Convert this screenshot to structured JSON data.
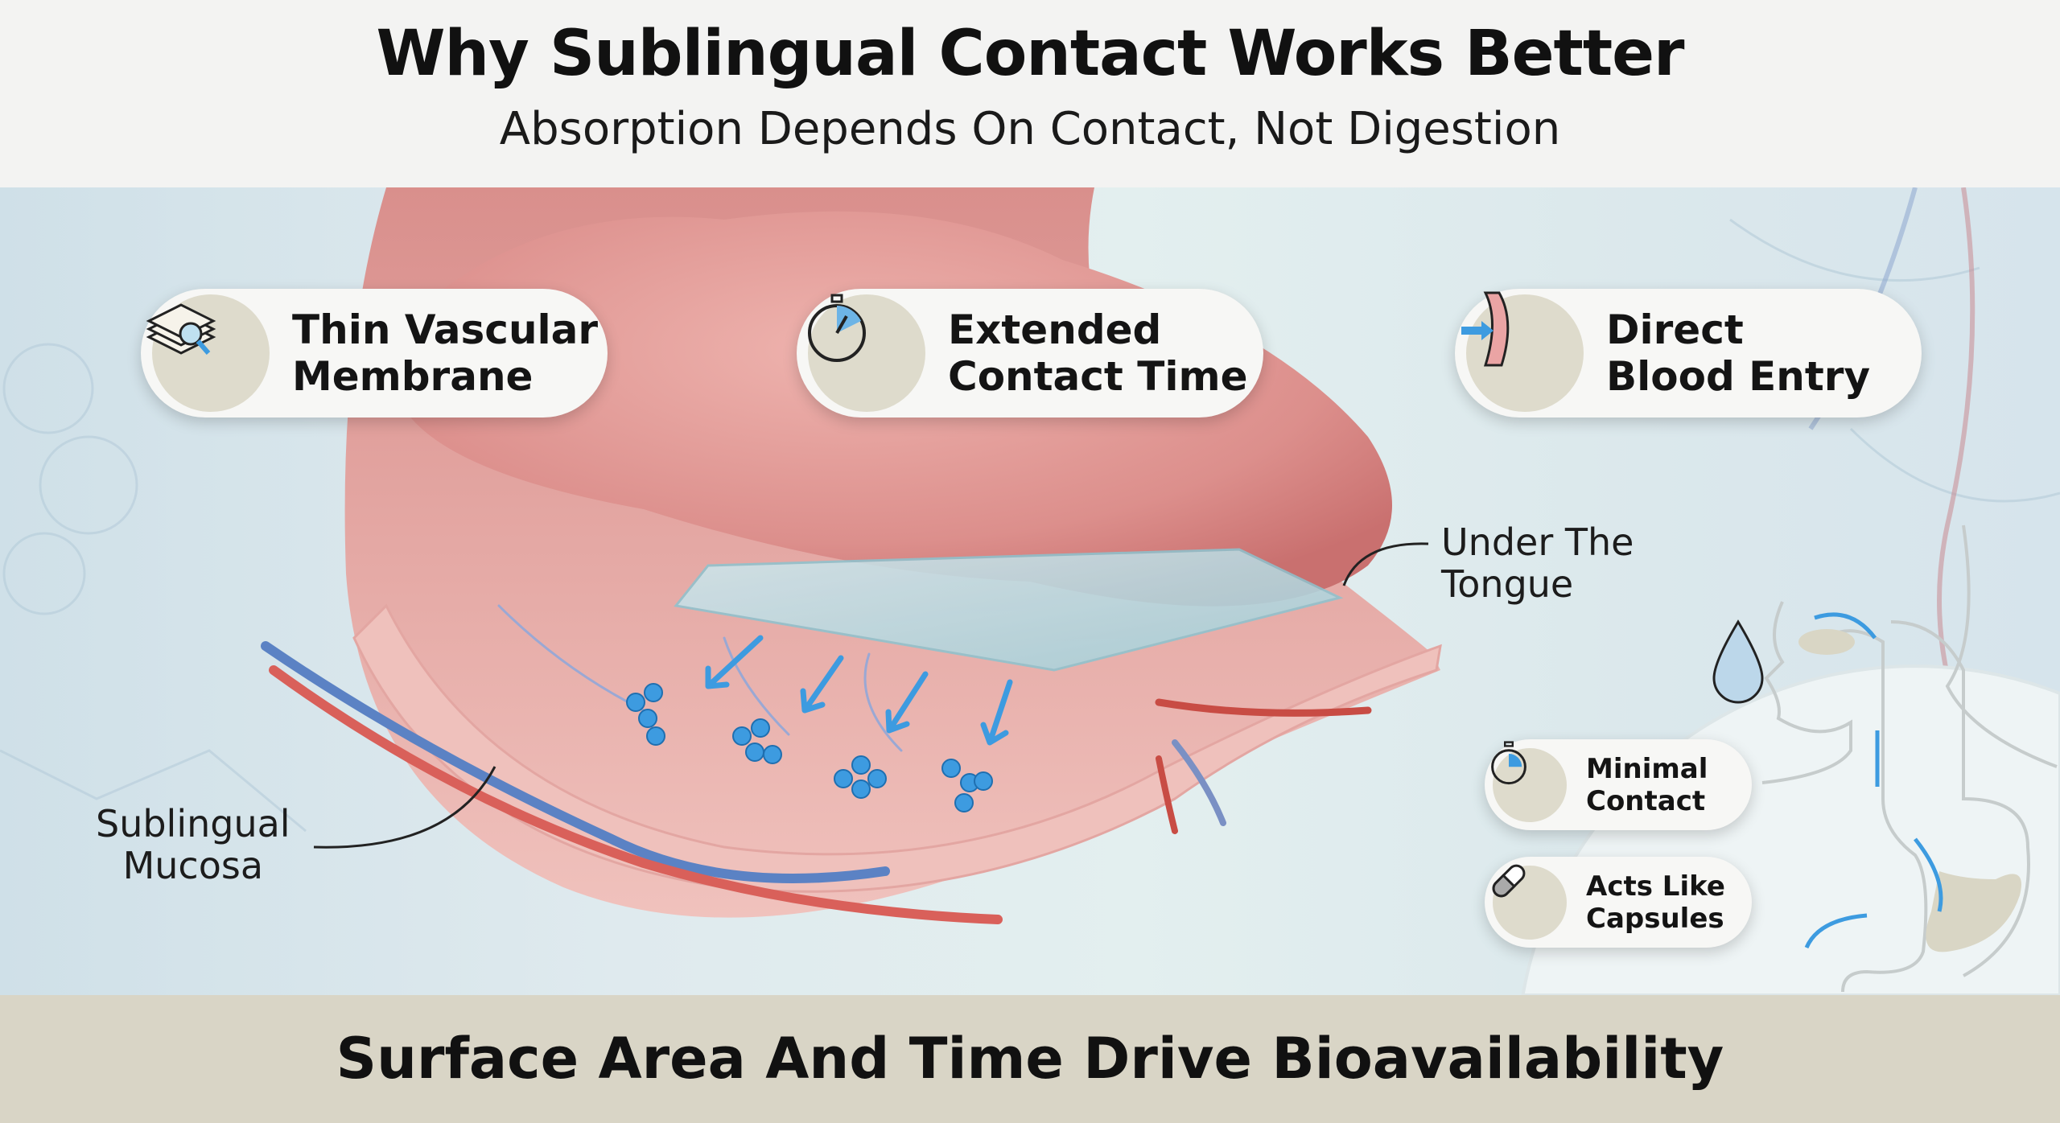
{
  "header": {
    "title": "Why Sublingual Contact Works Better",
    "subtitle": "Absorption Depends On Contact, Not Digestion"
  },
  "features": [
    {
      "icon": "layered-membrane-magnifier-icon",
      "line1": "Thin Vascular",
      "line2": "Membrane"
    },
    {
      "icon": "stopwatch-icon",
      "line1": "Extended",
      "line2": "Contact Time"
    },
    {
      "icon": "blood-vessel-arrow-icon",
      "line1": "Direct",
      "line2": "Blood Entry"
    }
  ],
  "callouts": {
    "under_tongue_line1": "Under The",
    "under_tongue_line2": "Tongue",
    "mucosa_line1": "Sublingual",
    "mucosa_line2": "Mucosa"
  },
  "comparison": [
    {
      "icon": "stopwatch-small-icon",
      "line1": "Minimal",
      "line2": "Contact"
    },
    {
      "icon": "capsule-icon",
      "line1": "Acts Like",
      "line2": "Capsules"
    }
  ],
  "footer": {
    "text": "Surface Area And Time Drive Bioavailability"
  },
  "colors": {
    "header_bg": "#f3f3f2",
    "footer_bg": "#d9d5c6",
    "icon_circle": "#dedbcc",
    "tongue": "#e29a98",
    "accent_blue": "#3d9be0"
  }
}
